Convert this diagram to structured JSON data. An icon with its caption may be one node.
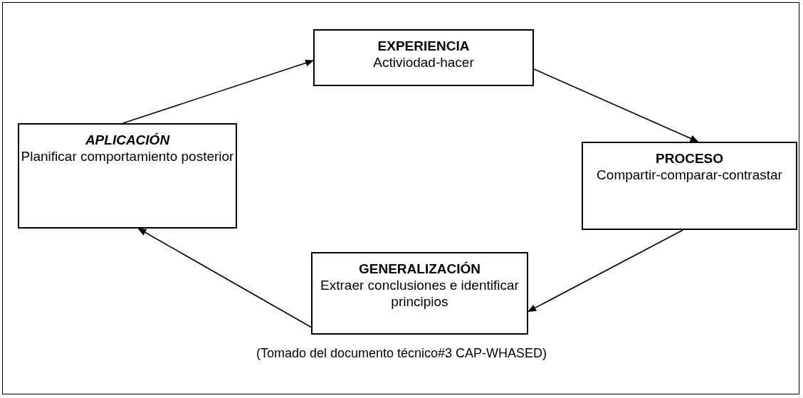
{
  "diagram": {
    "caption": "(Tomado del documento técnico#3 CAP-WHASED)",
    "nodes": [
      {
        "text": [
          "EXPERIENCIA",
          "Activiodad-hacer"
        ]
      },
      {
        "text": [
          "PROCESO",
          "Compartir-comparar-contrastar"
        ]
      },
      {
        "text": [
          "GENERALIZACIÓN",
          "Extraer conclusiones e identificar principios"
        ]
      },
      {
        "text": [
          "APLICACIÓN",
          "Planificar comportamiento posterior"
        ]
      }
    ],
    "edges": [
      {
        "from": 3,
        "to": 0,
        "arrow": "to"
      },
      {
        "from": 0,
        "to": 1,
        "arrow": "to"
      },
      {
        "from": 1,
        "to": 2,
        "arrow": "to"
      },
      {
        "from": 2,
        "to": 3,
        "arrow": "to"
      }
    ]
  }
}
